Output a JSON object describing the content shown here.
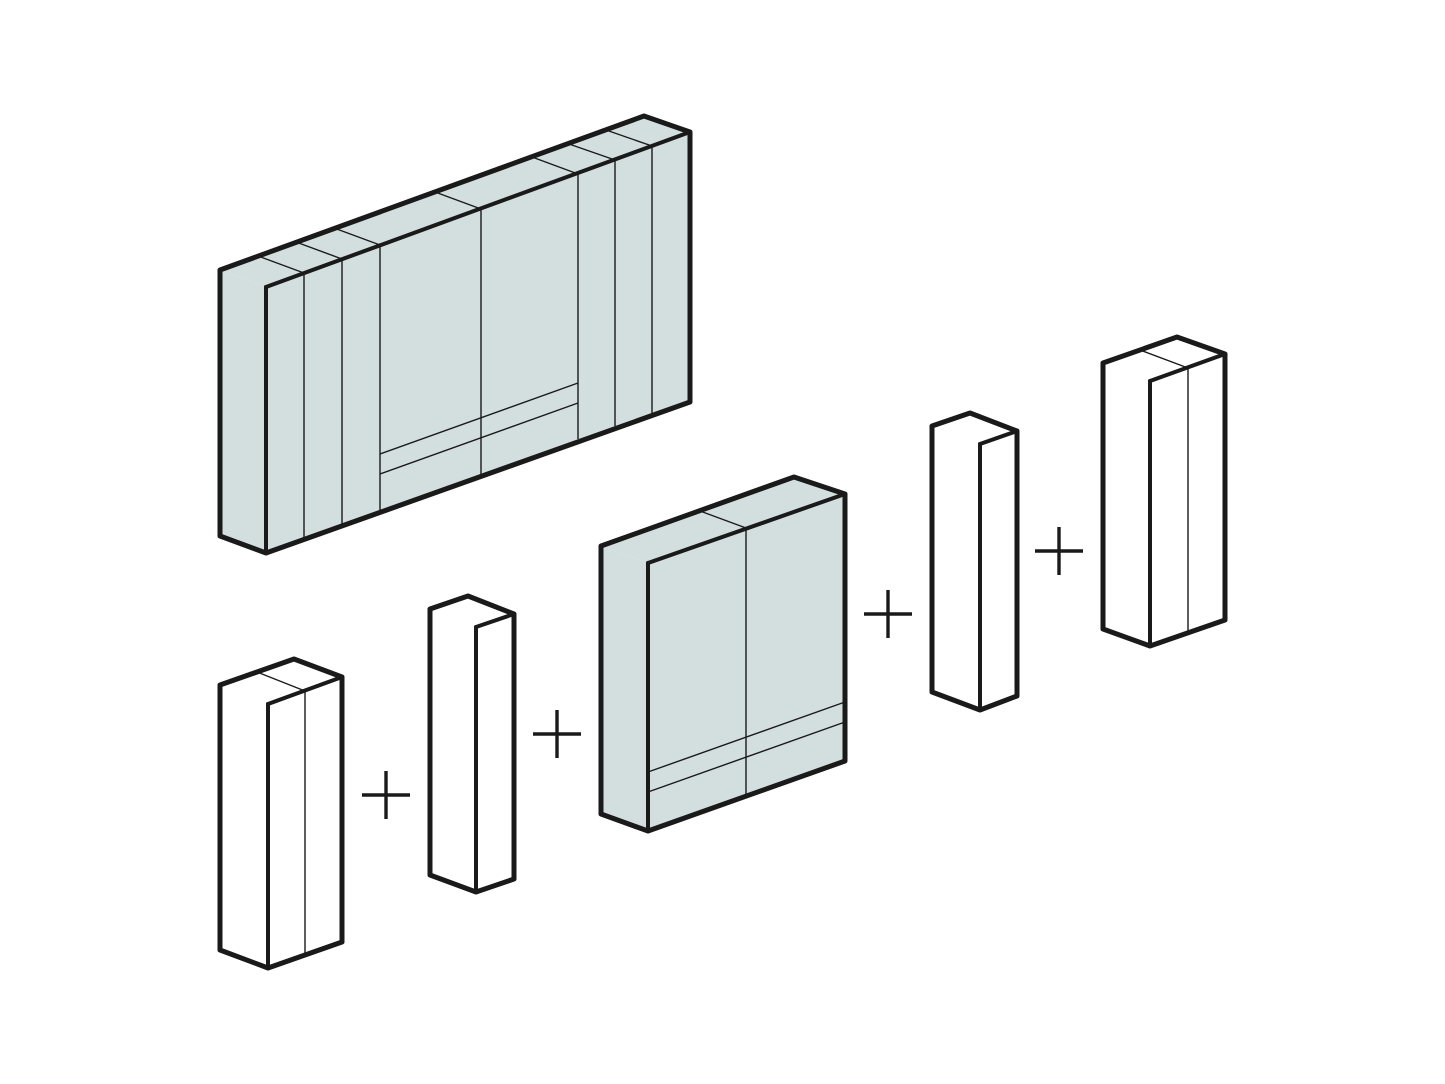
{
  "diagram": {
    "type": "isometric-furniture-composition",
    "colors": {
      "outline": "#1a1a1a",
      "assembled_fill": "#d3dede",
      "module_fill": "#ffffff",
      "highlight_module_fill": "#d3dede",
      "plus_sign": "#1a1a1a",
      "background": "#ffffff"
    },
    "assembled_unit": {
      "description_visual": "full wall unit",
      "doors": 8,
      "drawers": 2
    },
    "modules": [
      {
        "id": "module-1",
        "kind": "double-door column",
        "doors": 2,
        "fill": "module_fill"
      },
      {
        "id": "module-2",
        "kind": "single-door column",
        "doors": 1,
        "fill": "module_fill"
      },
      {
        "id": "module-3",
        "kind": "double-door wide unit with drawers",
        "doors": 2,
        "drawers": 2,
        "fill": "highlight_module_fill"
      },
      {
        "id": "module-4",
        "kind": "single-door column",
        "doors": 1,
        "fill": "module_fill"
      },
      {
        "id": "module-5",
        "kind": "double-door column",
        "doors": 2,
        "fill": "module_fill"
      }
    ],
    "operators": [
      "+",
      "+",
      "+",
      "+"
    ]
  }
}
